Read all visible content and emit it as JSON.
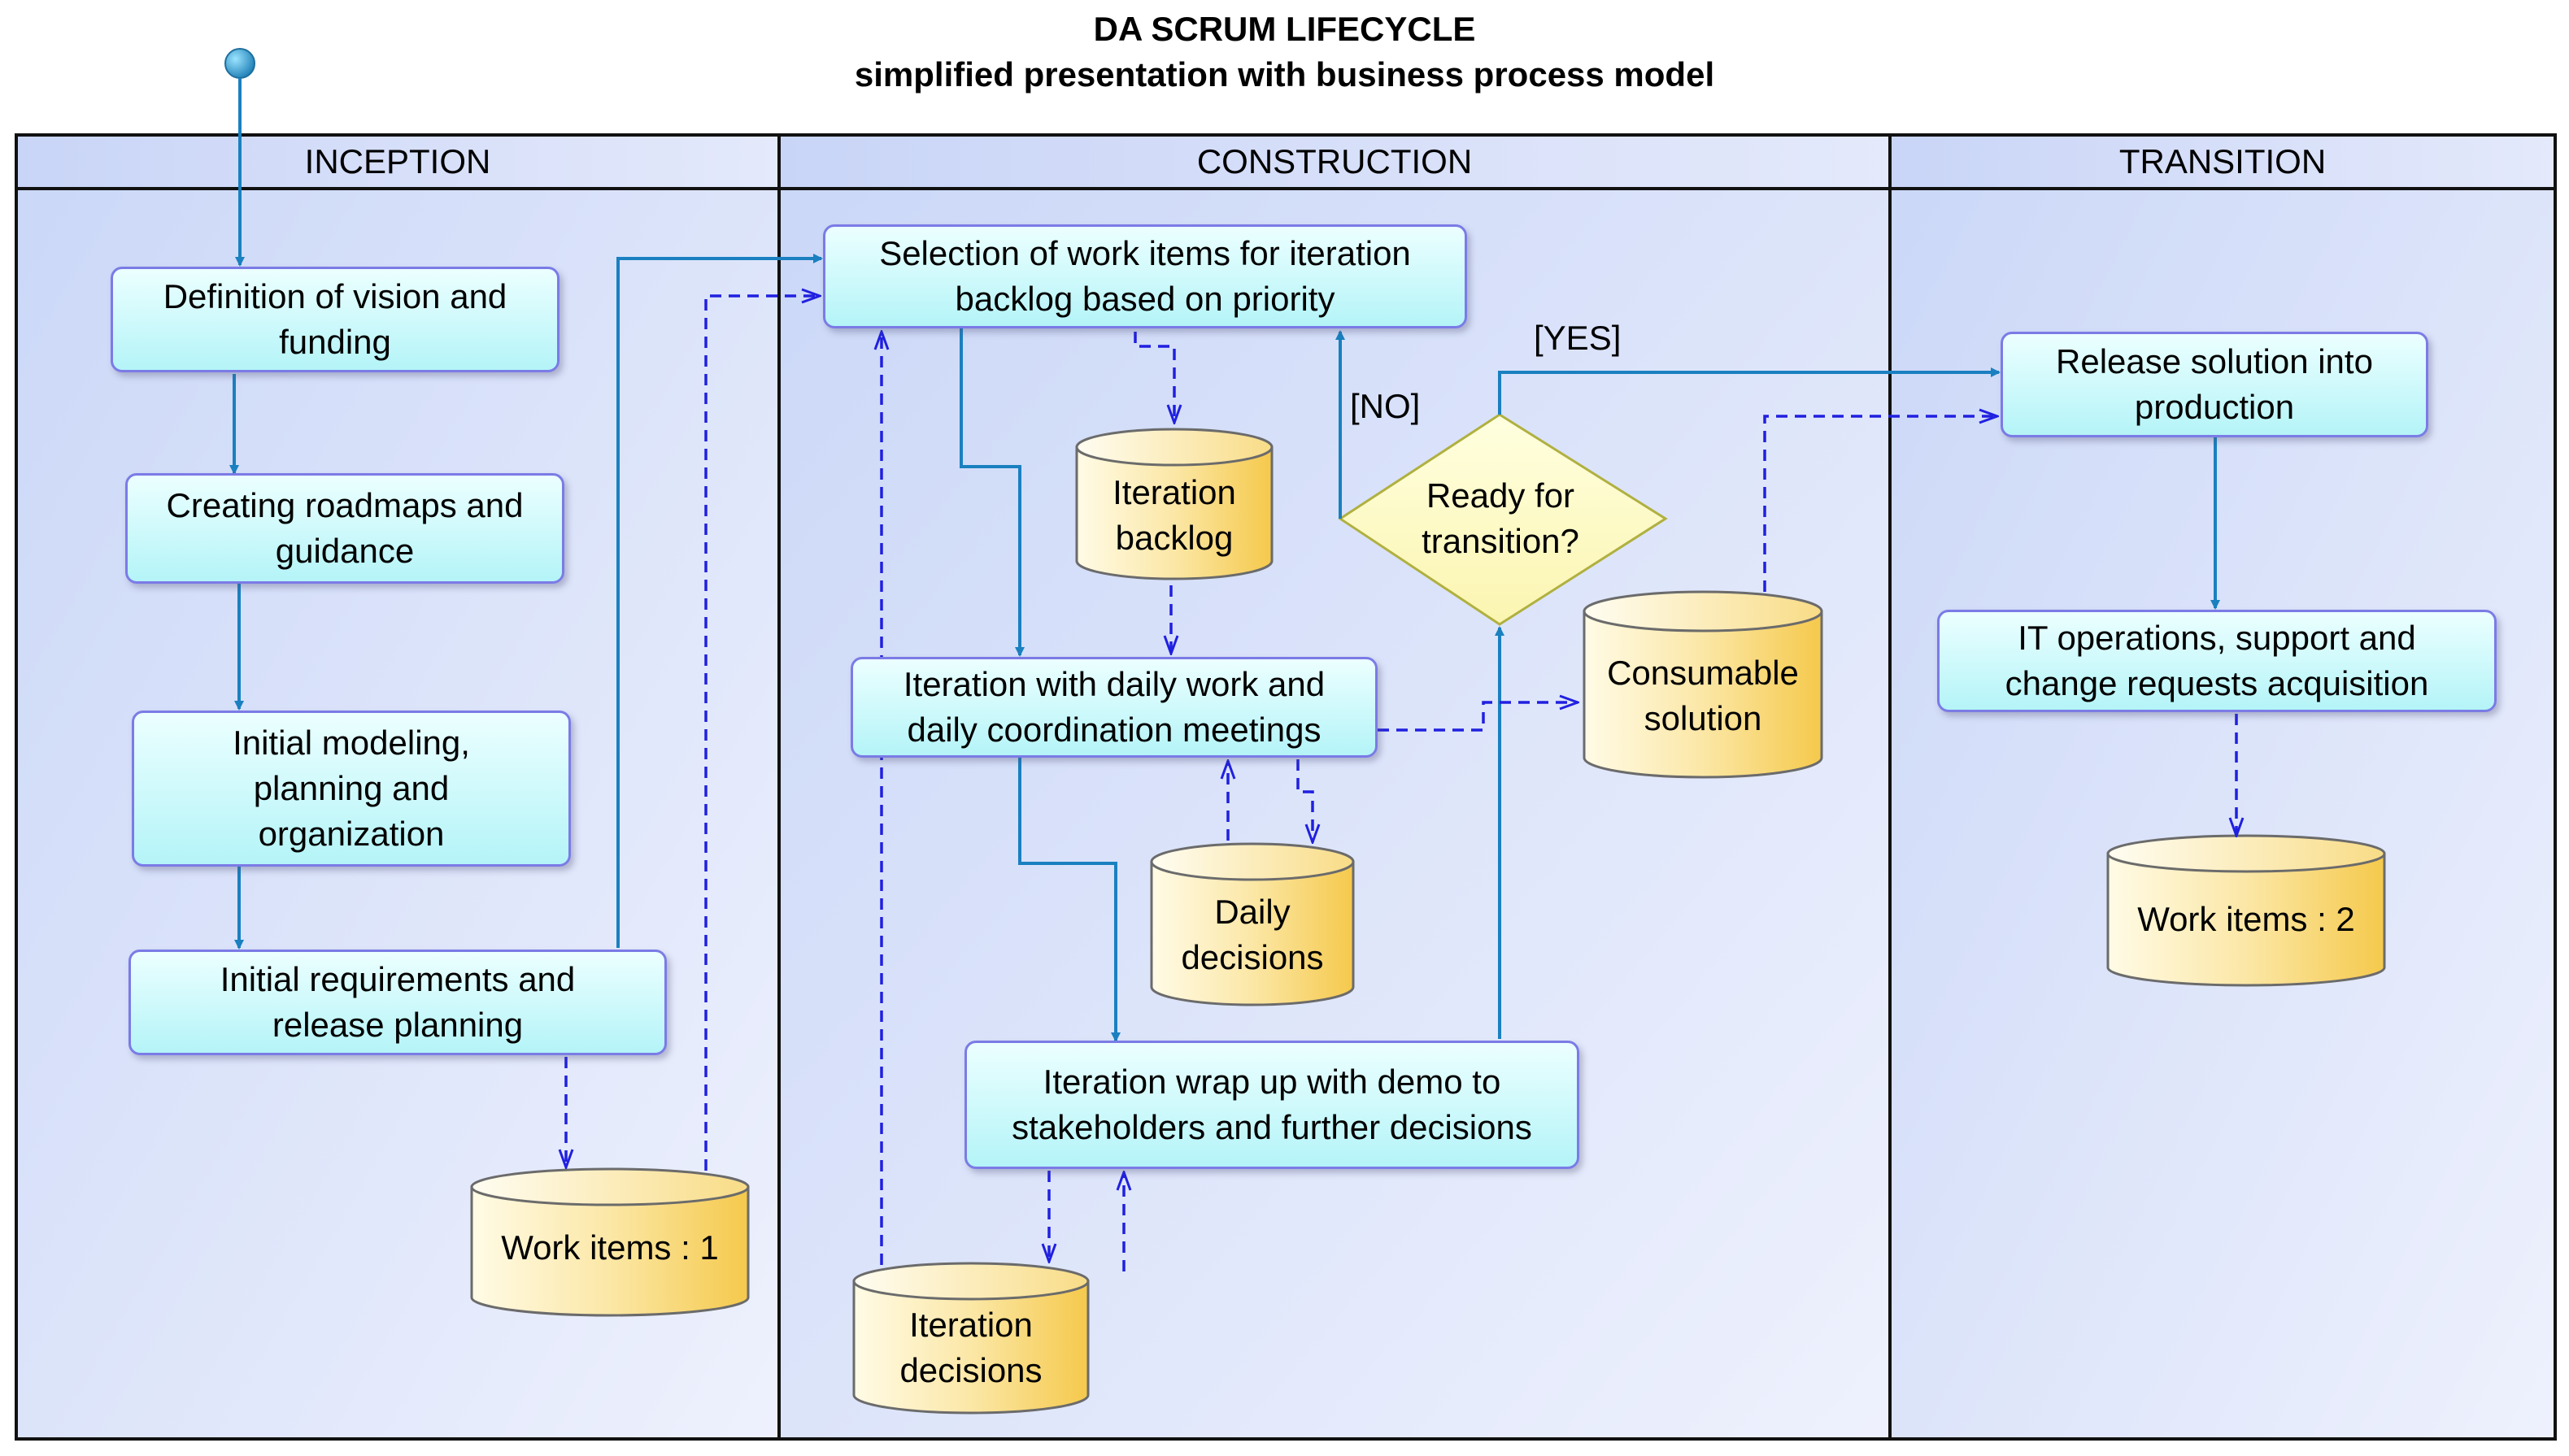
{
  "title": "DA SCRUM LIFECYCLE",
  "subtitle": "simplified presentation with business process model",
  "lanes": {
    "inception": "INCEPTION",
    "construction": "CONSTRUCTION",
    "transition": "TRANSITION"
  },
  "activities": {
    "vision": "Definition of vision and\nfunding",
    "roadmaps": "Creating roadmaps and\nguidance",
    "modeling": "Initial modeling,\nplanning and\norganization",
    "requirements": "Initial requirements and\nrelease planning",
    "selection": "Selection of work items for iteration\nbacklog based on priority",
    "iteration": "Iteration with daily work and\ndaily coordination meetings",
    "wrapup": "Iteration wrap up with demo to\nstakeholders and further decisions",
    "release": "Release solution into\nproduction",
    "operations": "IT operations, support and\nchange requests acquisition"
  },
  "decision": "Ready for\ntransition?",
  "guards": {
    "no": "[NO]",
    "yes": "[YES]"
  },
  "stores": {
    "work1": "Work items : 1",
    "backlog": "Iteration\nbacklog",
    "daily": "Daily\ndecisions",
    "iter_decisions": "Iteration\ndecisions",
    "consumable": "Consumable\nsolution",
    "work2": "Work items : 2"
  },
  "colors": {
    "solid_flow": "#1a80c0",
    "object_flow": "#2020e0",
    "activity_border": "#7b7be6",
    "store_fill": "#f7cf5a",
    "decision_fill": "#fefec8",
    "lane_fill": "#dde4fa"
  }
}
